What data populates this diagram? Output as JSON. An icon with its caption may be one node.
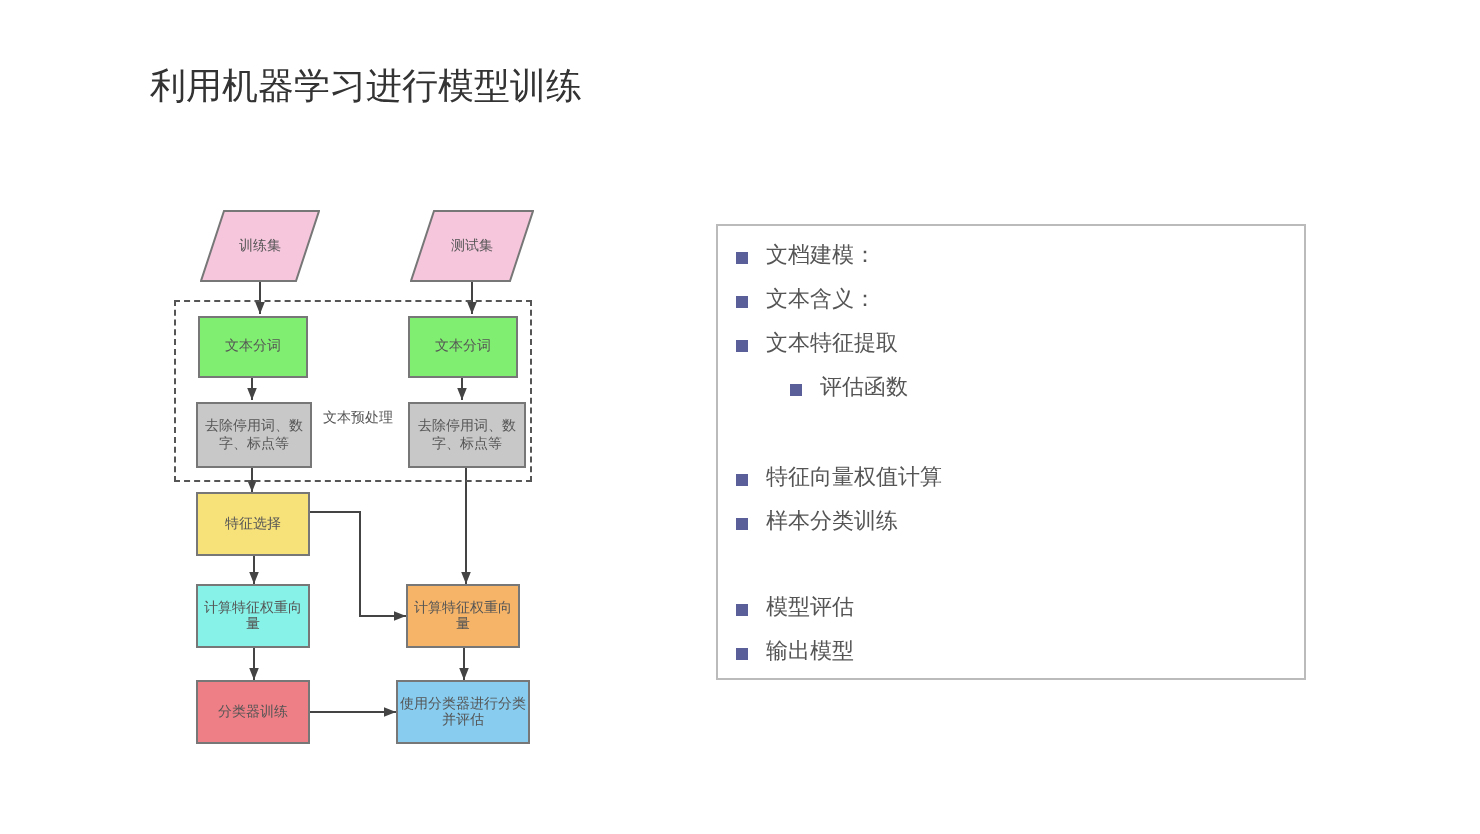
{
  "diagram": {
    "title": "利用机器学习进行模型训练",
    "nodes": [
      {
        "text": [
          "训练集"
        ]
      },
      {
        "text": [
          "测试集"
        ]
      },
      {
        "text": [
          "文本预处理"
        ]
      },
      {
        "text": [
          "文本分词"
        ],
        "in": 2
      },
      {
        "text": [
          "文本分词"
        ],
        "in": 2
      },
      {
        "text": [
          "去除停用词、数字、标点等"
        ],
        "in": 2
      },
      {
        "text": [
          "去除停用词、数字、标点等"
        ],
        "in": 2
      },
      {
        "text": [
          "特征选择"
        ]
      },
      {
        "text": [
          "计算特征权重向量"
        ]
      },
      {
        "text": [
          "计算特征权重向量"
        ]
      },
      {
        "text": [
          "分类器训练"
        ]
      },
      {
        "text": [
          "使用分类器进行分类并评估"
        ]
      },
      {
        "text": [
          "文档建模：",
          "文本含义：",
          "文本特征提取",
          "评估函数",
          "特征向量权值计算",
          "样本分类训练",
          "模型评估",
          "输出模型"
        ]
      }
    ],
    "edges": [
      {
        "from": 0,
        "to": 3,
        "arrow": "to"
      },
      {
        "from": 3,
        "to": 5,
        "arrow": "to"
      },
      {
        "from": 5,
        "to": 7,
        "arrow": "to"
      },
      {
        "from": 1,
        "to": 4,
        "arrow": "to"
      },
      {
        "from": 4,
        "to": 6,
        "arrow": "to"
      },
      {
        "from": 6,
        "to": 9,
        "arrow": "to"
      },
      {
        "from": 7,
        "to": 8,
        "arrow": "to"
      },
      {
        "from": 7,
        "to": 9,
        "arrow": "to"
      },
      {
        "from": 8,
        "to": 10,
        "arrow": "to"
      },
      {
        "from": 9,
        "to": 11,
        "arrow": "to"
      },
      {
        "from": 10,
        "to": 11,
        "arrow": "to"
      }
    ]
  }
}
